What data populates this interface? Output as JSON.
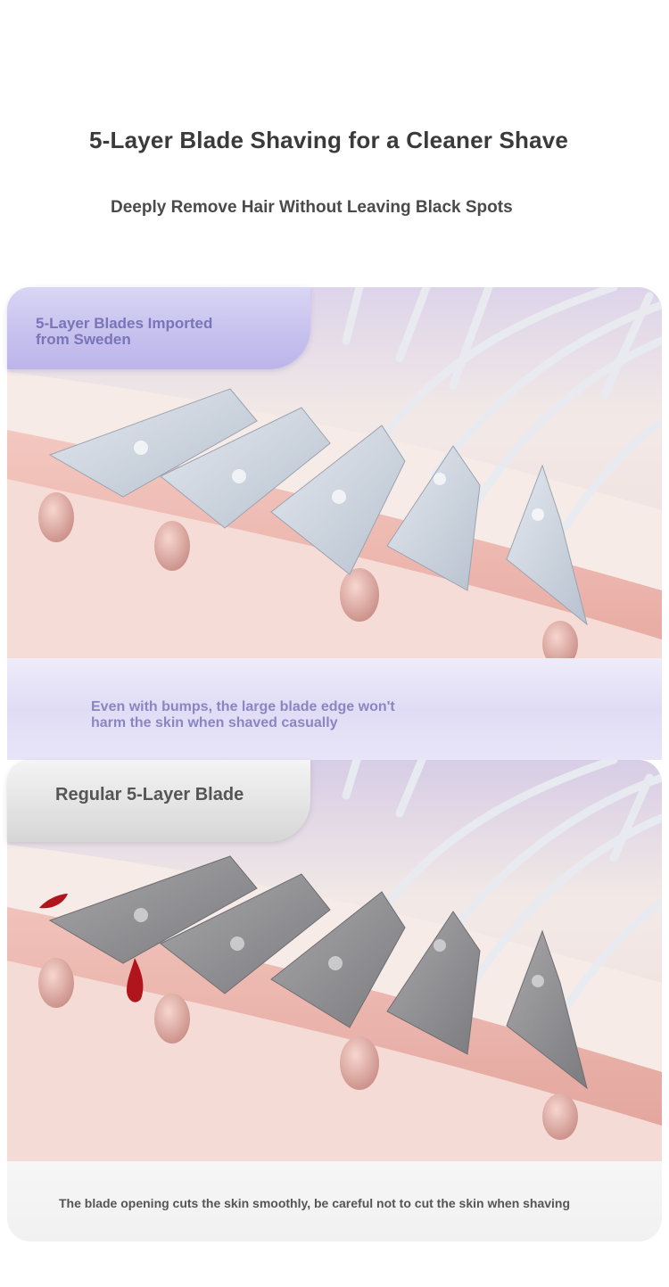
{
  "header": {
    "title": "5-Layer Blade Shaving for a Cleaner Shave",
    "subtitle": "Deeply Remove Hair Without Leaving Black Spots"
  },
  "panel_premium": {
    "label": "5-Layer Blades Imported\n from Sweden",
    "caption": "Even with bumps, the large blade edge won't\n harm the skin when shaved casually",
    "colors": {
      "tag": "#c6c0ee",
      "text": "#7a74b8",
      "blade": "#c9d2de"
    }
  },
  "panel_regular": {
    "label": "Regular 5-Layer Blade",
    "caption": "The blade opening cuts the skin smoothly, be careful not to cut the skin when shaving",
    "colors": {
      "tag": "#e2e2e2",
      "text": "#555555",
      "blade": "#8e8e92",
      "blood": "#b0141c"
    }
  },
  "icons": [
    "blade-icon",
    "hair-strand-icon",
    "follicle-icon",
    "blood-drop-icon"
  ]
}
